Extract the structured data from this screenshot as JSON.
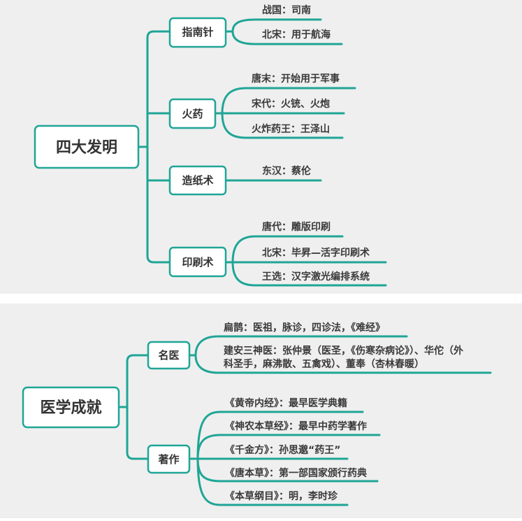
{
  "map1": {
    "root": "四大发明",
    "branches": [
      {
        "label": "指南针",
        "leaves": [
          "战国：司南",
          "北宋：用于航海"
        ]
      },
      {
        "label": "火药",
        "leaves": [
          "唐末：开始用于军事",
          "宋代：火铳、火炮",
          "火炸药王：王泽山"
        ]
      },
      {
        "label": "造纸术",
        "leaves": [
          "东汉：蔡伦"
        ]
      },
      {
        "label": "印刷术",
        "leaves": [
          "唐代：雕版印刷",
          "北宋：毕昇—活字印刷术",
          "王选：汉字激光编排系统"
        ]
      }
    ]
  },
  "map2": {
    "root": "医学成就",
    "branches": [
      {
        "label": "名医",
        "leaves": [
          "扁鹊：医祖，脉诊，四诊法，《难经》",
          "建安三神医：张仲景（医圣，《伤寒杂病论》）、华佗（外",
          "科圣手，麻沸散、五禽戏）、董奉（杏林春暖）"
        ]
      },
      {
        "label": "著作",
        "leaves": [
          "《黄帝内经》：最早医学典籍",
          "《神农本草经》：最早中药学著作",
          "《千金方》：孙思邈“药王”",
          "《唐本草》：第一部国家颁行药典",
          "《本草纲目》：明，李时珍"
        ]
      }
    ]
  },
  "colors": {
    "accent": "#1fa596",
    "background": "#efefef",
    "text": "#333333"
  }
}
